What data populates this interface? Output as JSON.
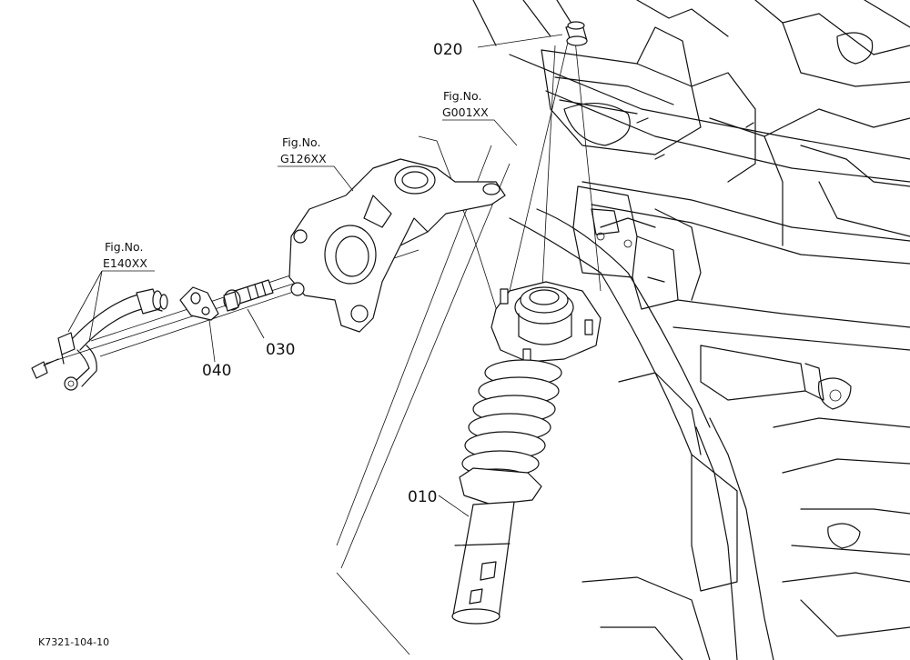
{
  "diagram": {
    "parts": [
      {
        "id": "010",
        "label": "010"
      },
      {
        "id": "020",
        "label": "020"
      },
      {
        "id": "030",
        "label": "030"
      },
      {
        "id": "040",
        "label": "040"
      }
    ],
    "figure_refs": [
      {
        "prefix": "Fig.No.",
        "code": "G001XX"
      },
      {
        "prefix": "Fig.No.",
        "code": "G126XX"
      },
      {
        "prefix": "Fig.No.",
        "code": "E140XX"
      }
    ],
    "drawing_code": "K7321-104-10",
    "colors": {
      "ink": "#111111",
      "paper": "#ffffff"
    }
  }
}
